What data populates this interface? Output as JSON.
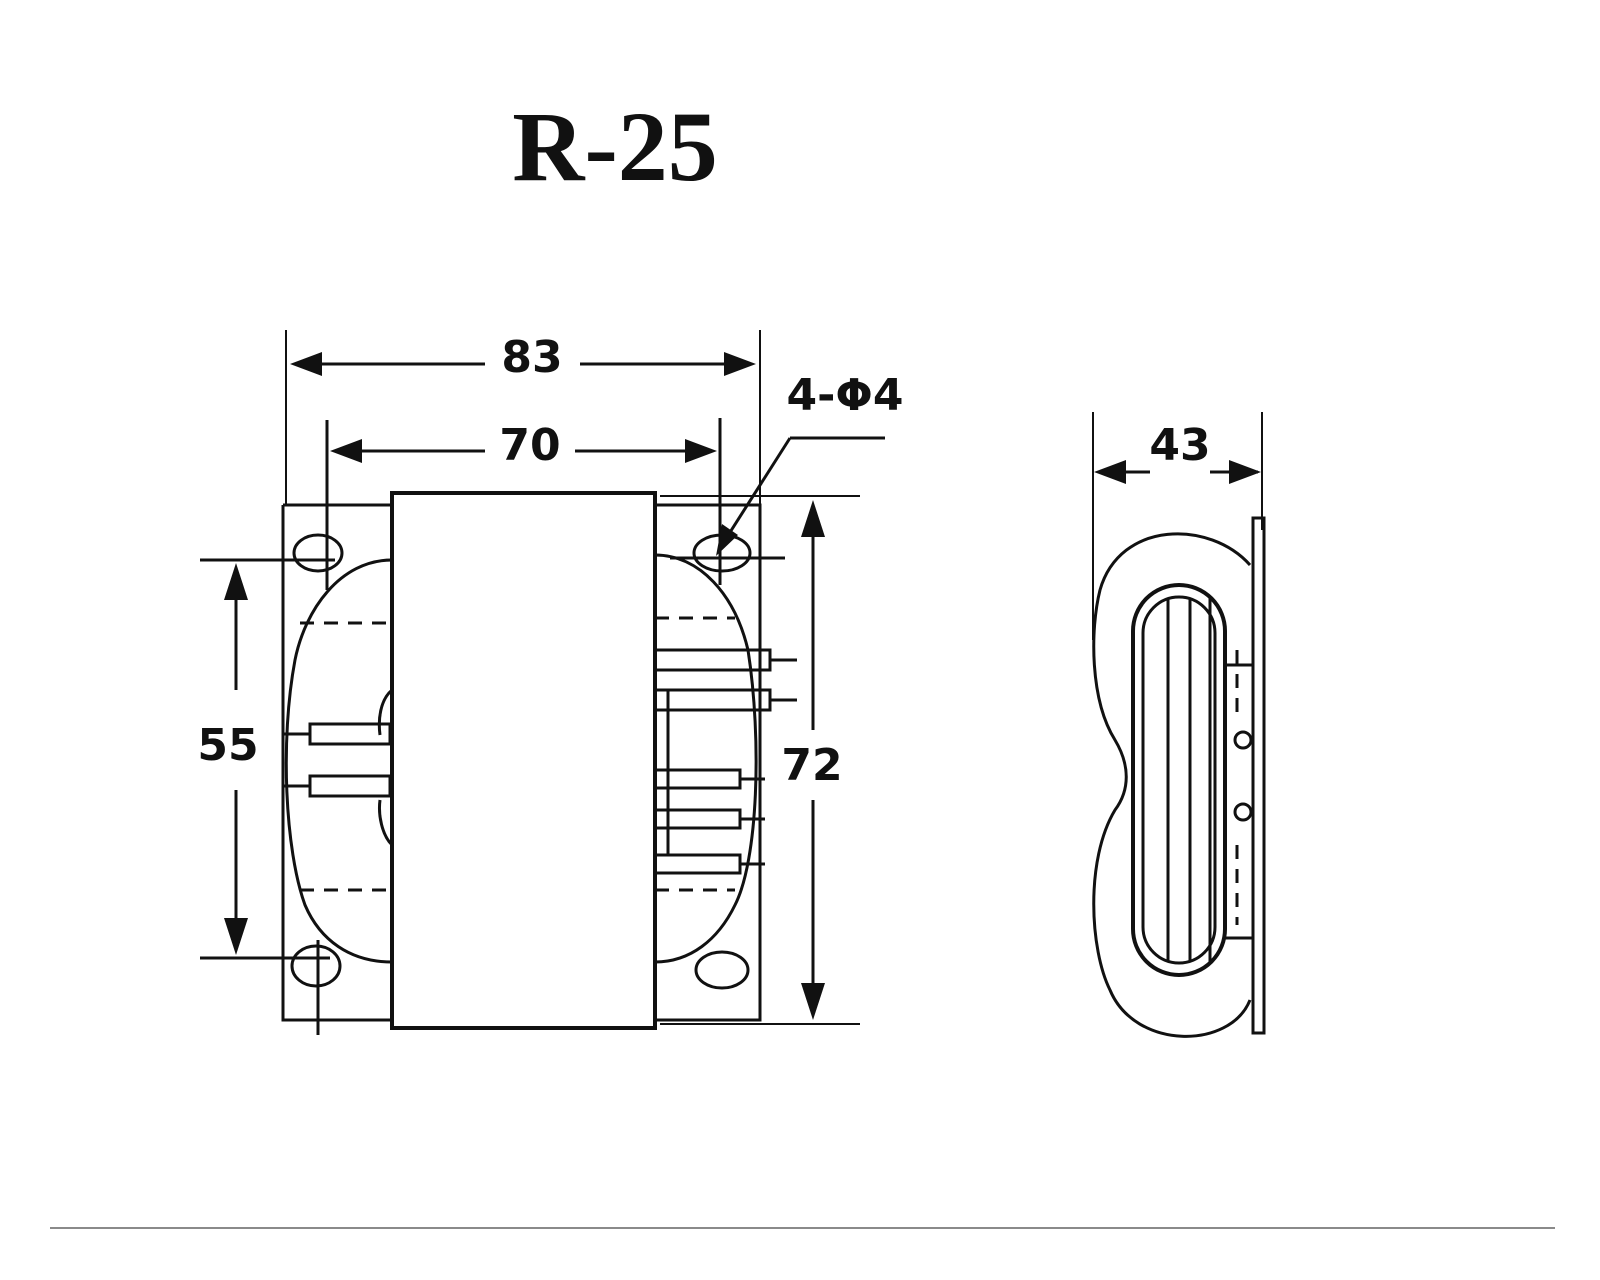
{
  "title": "R-25",
  "front_view": {
    "dim_overall_width": "83",
    "dim_hole_spacing_horizontal": "70",
    "dim_mounting_holes": "4-Φ4",
    "dim_hole_spacing_vertical": "55",
    "dim_overall_height": "72"
  },
  "side_view": {
    "dim_depth": "43"
  }
}
